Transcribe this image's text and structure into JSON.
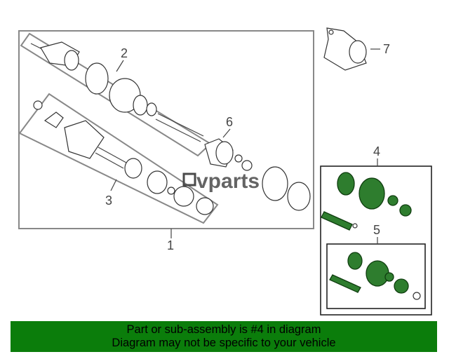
{
  "callouts": {
    "c1": "1",
    "c2": "2",
    "c3": "3",
    "c4": "4",
    "c5": "5",
    "c6": "6",
    "c7": "7"
  },
  "watermark": "vparts",
  "banner": {
    "line1": "Part or sub-assembly is #4 in diagram",
    "line2": "Diagram may not be specific to your vehicle"
  },
  "colors": {
    "highlight_fill": "#2e7d2e",
    "banner_bg": "#0b7d0b"
  }
}
